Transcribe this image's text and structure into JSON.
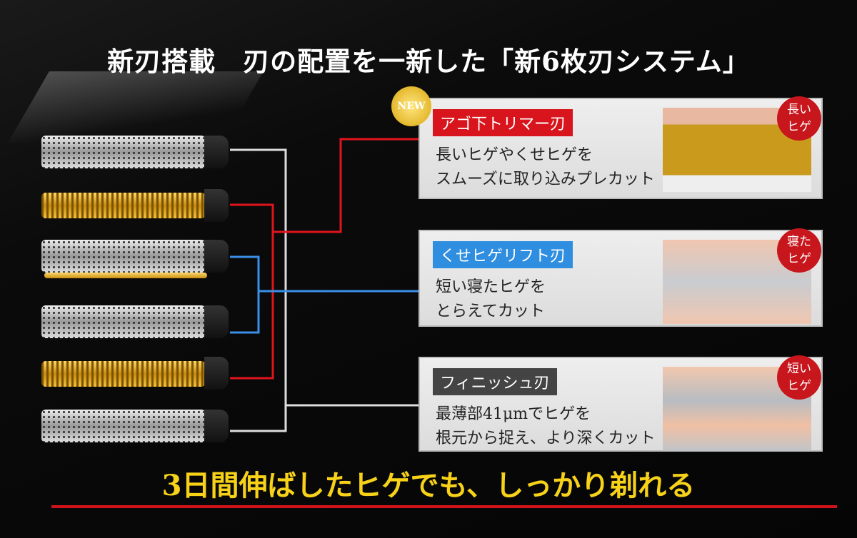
{
  "title": "新刃搭載　刃の配置を一新した「新6枚刃システム」",
  "new_badge": "NEW",
  "panels": [
    {
      "label": "アゴ下トリマー刃",
      "label_color": "#d8141c",
      "desc_line1": "長いヒゲやくせヒゲを",
      "desc_line2": "スムーズに取り込みプレカット",
      "badge_line1": "長い",
      "badge_line2": "ヒゲ"
    },
    {
      "label": "くせヒゲリフト刃",
      "label_color": "#2f8ee0",
      "desc_line1": "短い寝たヒゲを",
      "desc_line2": "とらえてカット",
      "badge_line1": "寝た",
      "badge_line2": "ヒゲ"
    },
    {
      "label": "フィニッシュ刃",
      "label_color": "#444444",
      "desc_line1": "最薄部41μmでヒゲを",
      "desc_line2": "根元から捉え、より深くカット",
      "badge_line1": "短い",
      "badge_line2": "ヒゲ"
    }
  ],
  "tagline": "3日間伸ばしたヒゲでも、しっかり剃れる"
}
